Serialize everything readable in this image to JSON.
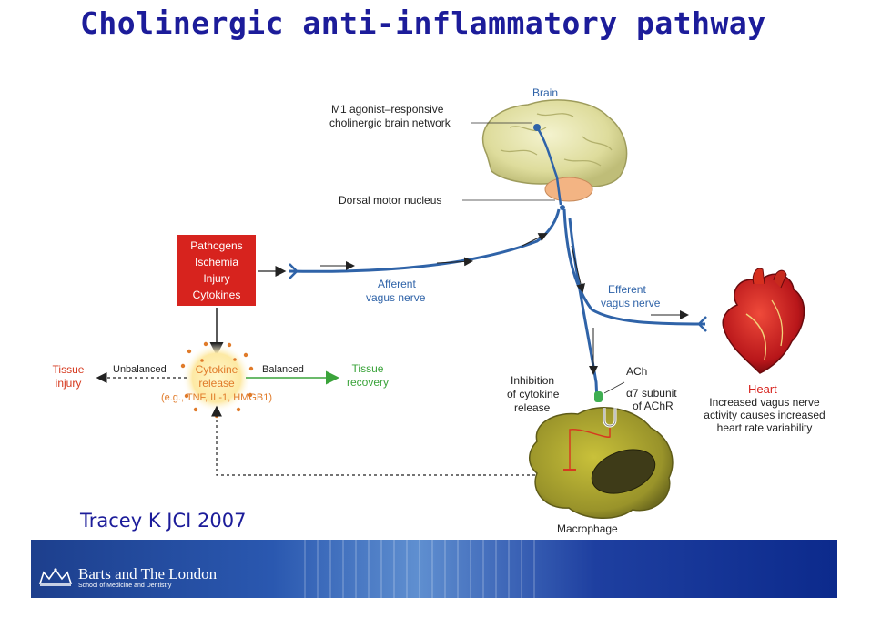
{
  "title": "Cholinergic anti-inflammatory pathway",
  "citation": "Tracey K JCI 2007",
  "diagram": {
    "brain_label": "Brain",
    "m1_line1": "M1 agonist–responsive",
    "m1_line2": "cholinergic brain network",
    "dorsal_motor": "Dorsal motor nucleus",
    "stimuli": [
      "Pathogens",
      "Ischemia",
      "Injury",
      "Cytokines"
    ],
    "afferent_line1": "Afferent",
    "afferent_line2": "vagus nerve",
    "efferent_line1": "Efferent",
    "efferent_line2": "vagus nerve",
    "cytokine_line1": "Cytokine",
    "cytokine_line2": "release",
    "cytokine_examples": "(e.g., TNF, IL-1, HMGB1)",
    "unbalanced": "Unbalanced",
    "balanced": "Balanced",
    "tissue_injury_line1": "Tissue",
    "tissue_injury_line2": "injury",
    "tissue_recovery_line1": "Tissue",
    "tissue_recovery_line2": "recovery",
    "inhibition_line1": "Inhibition",
    "inhibition_line2": "of cytokine",
    "inhibition_line3": "release",
    "ach": "ACh",
    "a7_line1": "α7 subunit",
    "a7_line2": "of AChR",
    "macrophage": "Macrophage",
    "heart_label": "Heart",
    "heart_line1": "Increased vagus nerve",
    "heart_line2": "activity causes increased",
    "heart_line3": "heart rate variability"
  },
  "footer": {
    "institution": "Barts and The London",
    "school": "School of Medicine and Dentistry"
  },
  "colors": {
    "title": "#1c1c9a",
    "nerve": "#2f63a8",
    "stimuli_box": "#d7231e",
    "footer": "#1d3f8d"
  }
}
